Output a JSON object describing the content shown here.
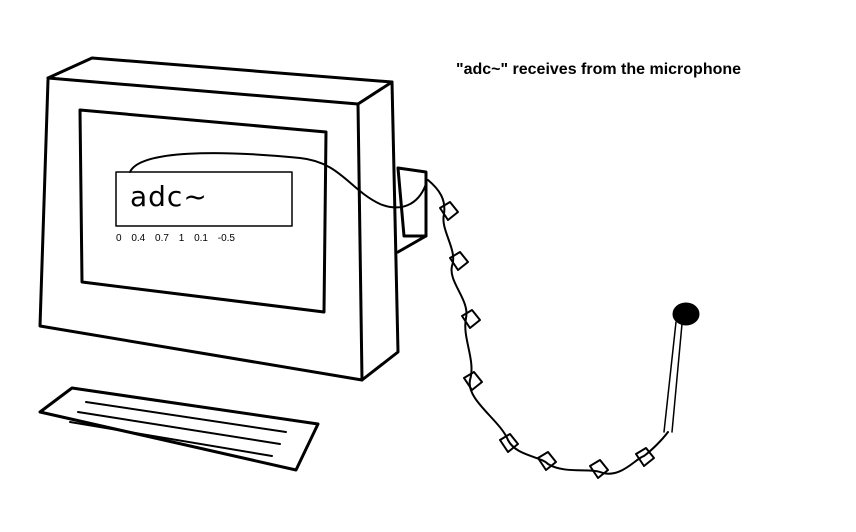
{
  "caption": "\"adc~\" receives from the microphone",
  "object": {
    "label": "adc~",
    "values": [
      "0",
      "0.4",
      "0.7",
      "1",
      "0.1",
      "-0.5"
    ]
  },
  "colors": {
    "ink": "#000000",
    "paper": "#ffffff"
  },
  "icons": [
    "computer-monitor-icon",
    "keyboard-icon",
    "microphone-icon",
    "cable-icon"
  ]
}
